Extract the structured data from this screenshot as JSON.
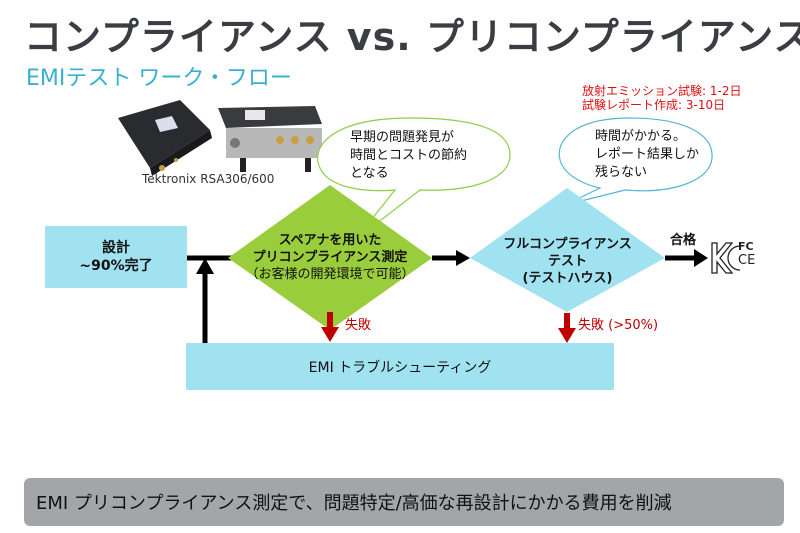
{
  "header": {
    "title": "コンプライアンス vs. プリコンプライアンス",
    "subtitle": "EMIテスト ワーク・フロー"
  },
  "test_times": {
    "line1": "放射エミッション試験: 1-2日",
    "line2": "試験レポート作成: 3-10日"
  },
  "device": {
    "label": "Tektronix RSA306/600"
  },
  "bubbles": {
    "early": [
      "早期の問題発見が",
      "時間とコストの節約",
      "となる"
    ],
    "late": [
      "時間がかかる。",
      "レポート結果しか",
      "残らない"
    ]
  },
  "flow": {
    "design": {
      "line1": "設計",
      "line2": "~90%完了"
    },
    "precompliance": {
      "line1": "スペアナを用いた",
      "line2": "プリコンプライアンス測定",
      "line3": "（お客様の開発環境で可能）"
    },
    "full_compliance": {
      "line1": "フルコンプライアンス",
      "line2": "テスト",
      "line3": "(テストハウス)"
    },
    "fail1": "失敗",
    "fail2_label": "失敗",
    "fail2_pct": "(>50%)",
    "pass": "合格",
    "troubleshooting": "EMI トラブルシューティング",
    "cert_marks": [
      "KC",
      "FC",
      "CE"
    ]
  },
  "footer": {
    "text": "EMI プリコンプライアンス測定で、問題特定/高価な再設計にかかる費用を削減"
  },
  "colors": {
    "title": "#3a3d42",
    "accent": "#39b0d0",
    "box": "#a0e2f0",
    "diamond_green": "#9acd3c",
    "fail_red": "#c00000",
    "footer_bg": "#a3a5a8"
  }
}
